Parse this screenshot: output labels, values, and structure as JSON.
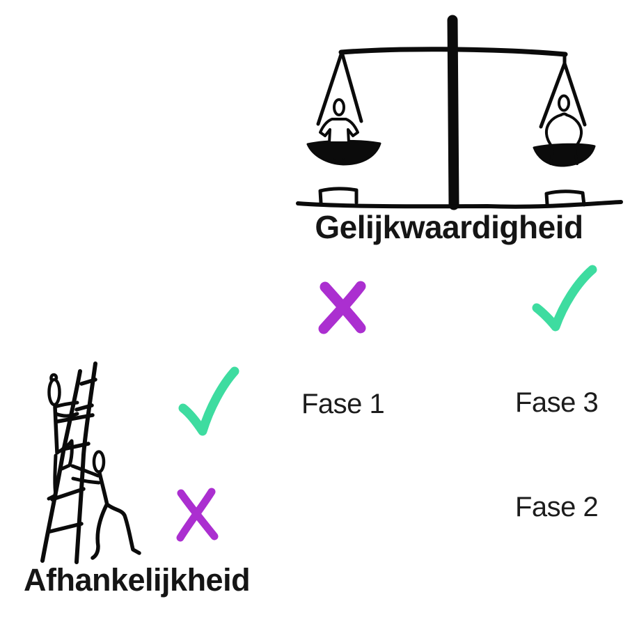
{
  "diagram": {
    "axes": {
      "top_label": "Gelijkwaardigheid",
      "bottom_label": "Afhankelijkheid"
    },
    "phases": {
      "fase1": "Fase 1",
      "fase2": "Fase 2",
      "fase3": "Fase 3"
    },
    "marks": {
      "equality_left_of_scale": "cross",
      "equality_right_of_scale": "check",
      "dependency_row_top": "check",
      "dependency_row_bottom": "cross"
    },
    "colors": {
      "cross": "#AB2FD0",
      "check": "#3EDCA0",
      "ink": "#0b0b0b",
      "background": "#FFFFFF"
    },
    "illustrations": {
      "scale": "balance-scale-with-two-people",
      "ladder": "person-climbing-ladder-supported-by-another"
    }
  }
}
